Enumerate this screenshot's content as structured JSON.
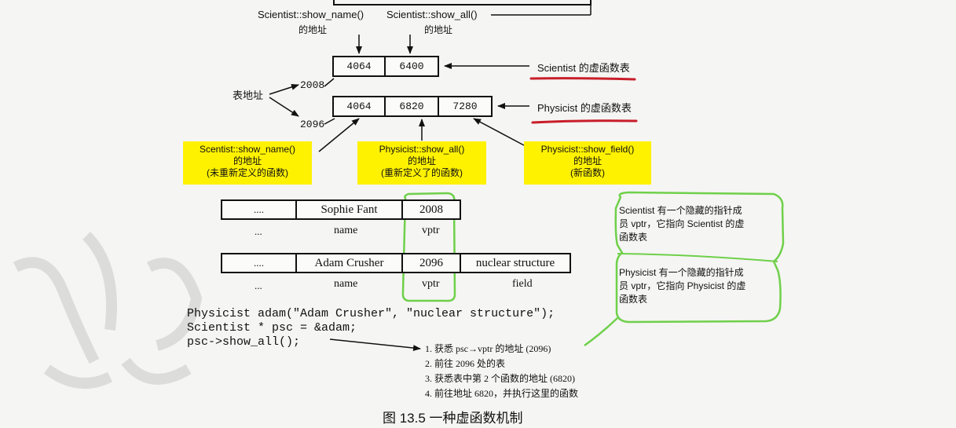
{
  "top_labels": {
    "show_name": "Scientist::show_name()",
    "show_name_addr": "的地址",
    "show_all": "Scientist::show_all()",
    "show_all_addr": "的地址"
  },
  "vtables": {
    "scientist": {
      "cells": [
        "4064",
        "6400"
      ],
      "caption": "Scientist 的虚函数表"
    },
    "physicist": {
      "cells": [
        "4064",
        "6820",
        "7280"
      ],
      "caption": "Physicist 的虚函数表"
    },
    "table_addr_label": "表地址",
    "addr_2008": "2008",
    "addr_2096": "2096"
  },
  "highlights": {
    "show_name": [
      "Scentist::show_name()",
      "的地址",
      "(未重新定义的函数)"
    ],
    "show_all": [
      "Physicist::show_all()",
      "的地址",
      "(重新定义了的函数)"
    ],
    "show_field": [
      "Physicist::show_field()",
      "的地址",
      "(新函数)"
    ]
  },
  "objects": {
    "sophie": {
      "cells": [
        "....",
        "Sophie Fant",
        "2008"
      ],
      "labels": [
        "...",
        "name",
        "vptr"
      ]
    },
    "adam": {
      "cells": [
        "....",
        "Adam Crusher",
        "2096",
        "nuclear structure"
      ],
      "labels": [
        "...",
        "name",
        "vptr",
        "field"
      ]
    }
  },
  "notes": {
    "scientist": [
      "Scientist 有一个隐藏的指针成",
      "员 vptr，它指向 Scientist 的虚",
      "函数表"
    ],
    "physicist": [
      "Physicist 有一个隐藏的指针成",
      "员 vptr，它指向 Physicist 的虚",
      "函数表"
    ]
  },
  "code": [
    "Physicist adam(\"Adam Crusher\", \"nuclear structure\");",
    "Scientist * psc = &adam;",
    "psc->show_all();"
  ],
  "steps": [
    "1. 获悉 psc→vptr 的地址 (2096)",
    "2. 前往 2096 处的表",
    "3. 获悉表中第 2 个函数的地址 (6820)",
    "4. 前往地址 6820，并执行这里的函数"
  ],
  "caption": "图 13.5  一种虚函数机制",
  "colors": {
    "highlight": "#fff200",
    "annotation_green": "#6fd04a",
    "underline_red": "#c81e2a"
  }
}
